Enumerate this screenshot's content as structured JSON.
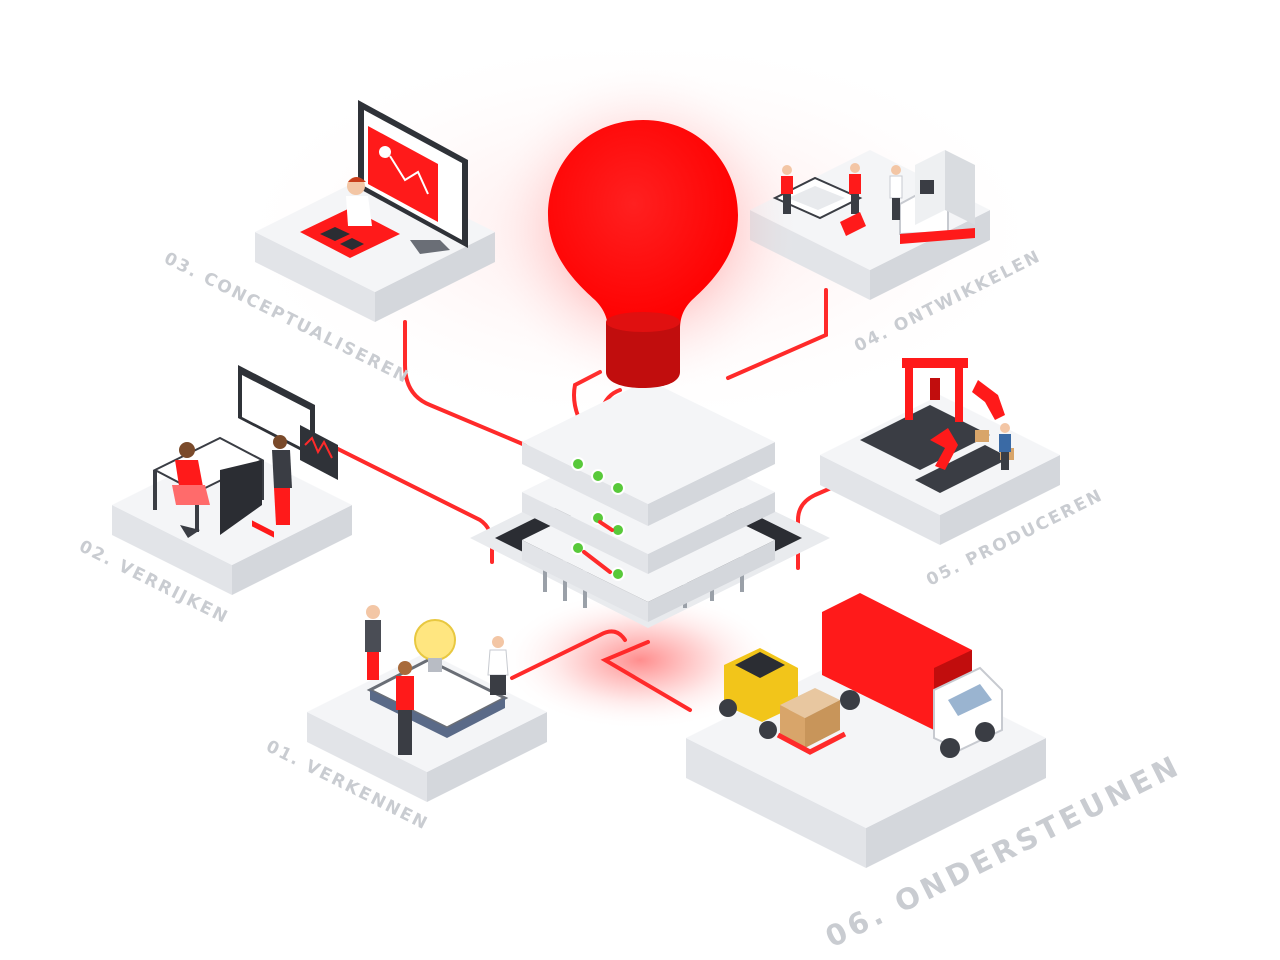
{
  "steps": [
    {
      "id": "01",
      "label": "01. VERKENNEN"
    },
    {
      "id": "02",
      "label": "02. VERRIJKEN"
    },
    {
      "id": "03",
      "label": "03. CONCEPTUALISEREN"
    },
    {
      "id": "04",
      "label": "04. ONTWIKKELEN"
    },
    {
      "id": "05",
      "label": "05. PRODUCEREN"
    },
    {
      "id": "06",
      "label": "06. ONDERSTEUNEN"
    }
  ],
  "colors": {
    "accent": "#ff1a1a",
    "accent_dark": "#c10d0d",
    "label_grey": "#c9ccd1",
    "tile": "#f4f5f7"
  },
  "icons": {
    "hub": "lightbulb-server-icon",
    "step_01": "people-lightbulb-table-icon",
    "step_02": "desk-dashboard-icon",
    "step_03": "design-monitor-icon",
    "step_04": "lab-prototype-icon",
    "step_05": "robot-production-line-icon",
    "step_06": "forklift-truck-icon"
  }
}
